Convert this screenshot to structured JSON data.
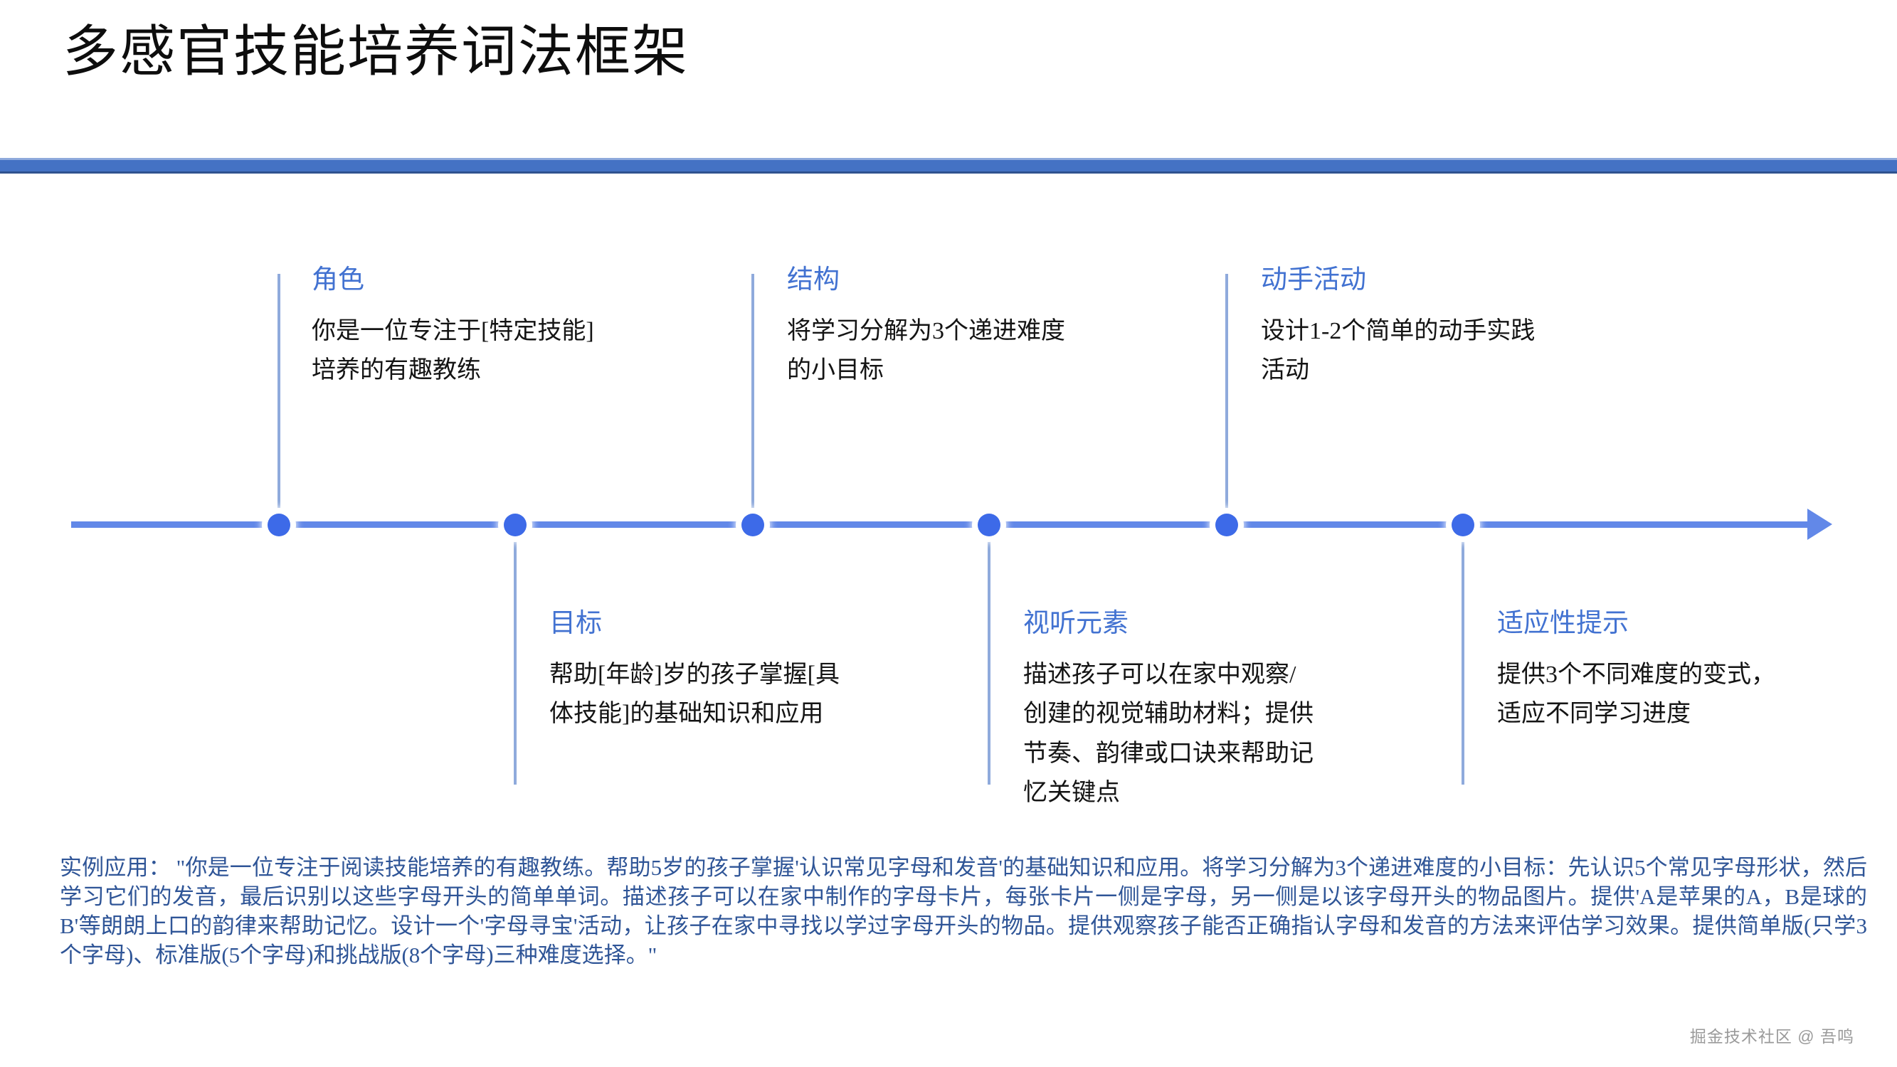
{
  "slide": {
    "title": "多感官技能培养词法框架",
    "accent_color": "#4472c4",
    "heading_color": "#4272d1",
    "node_color": "#3d6ae8",
    "axis_color": "#6288e8",
    "paragraph_color": "#2f5597"
  },
  "timeline": {
    "items": [
      {
        "heading": "角色",
        "body": "你是一位专注于[特定技能]培养的有趣教练",
        "position": "above"
      },
      {
        "heading": "目标",
        "body": "帮助[年龄]岁的孩子掌握[具体技能]的基础知识和应用",
        "position": "below"
      },
      {
        "heading": "结构",
        "body": "将学习分解为3个递进难度的小目标",
        "position": "above"
      },
      {
        "heading": "视听元素",
        "body": "描述孩子可以在家中观察/创建的视觉辅助材料；提供节奏、韵律或口诀来帮助记忆关键点",
        "position": "below"
      },
      {
        "heading": "动手活动",
        "body": "设计1-2个简单的动手实践活动",
        "position": "above"
      },
      {
        "heading": "适应性提示",
        "body": "提供3个不同难度的变式，适应不同学习进度",
        "position": "below"
      }
    ]
  },
  "example": {
    "text": "实例应用： \"你是一位专注于阅读技能培养的有趣教练。帮助5岁的孩子掌握'认识常见字母和发音'的基础知识和应用。将学习分解为3个递进难度的小目标：先认识5个常见字母形状，然后学习它们的发音，最后识别以这些字母开头的简单单词。描述孩子可以在家中制作的字母卡片，每张卡片一侧是字母，另一侧是以该字母开头的物品图片。提供'A是苹果的A，B是球的B'等朗朗上口的韵律来帮助记忆。设计一个'字母寻宝'活动，让孩子在家中寻找以学过字母开头的物品。提供观察孩子能否正确指认字母和发音的方法来评估学习效果。提供简单版(只学3个字母)、标准版(5个字母)和挑战版(8个字母)三种难度选择。\""
  },
  "watermark": {
    "text": "掘金技术社区 @ 吾鸣"
  }
}
